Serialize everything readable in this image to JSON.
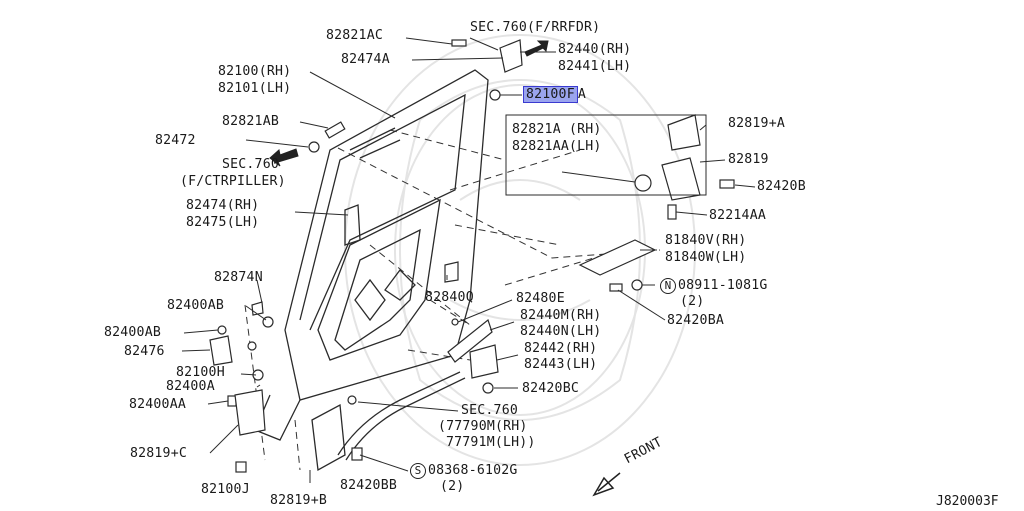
{
  "diagram_code": "J820003F",
  "front_label": "FRONT",
  "labels": {
    "p82821AC": "82821AC",
    "sec760_f_rrfdr": "SEC.760(F/RRFDR)",
    "p82440_rh": "82440(RH)",
    "p82441_lh": "82441(LH)",
    "p82474A": "82474A",
    "p82100_rh": "82100(RH)",
    "p82101_lh": "82101(LH)",
    "p82100FA_main": "82100F",
    "p82100FA_suffix": "A",
    "p82821AB": "82821AB",
    "p82472": "82472",
    "sec760_ctr_1": "SEC.760",
    "sec760_ctr_2": "(F/CTRPILLER)",
    "p82821A_rh": "82821A (RH)",
    "p82821AA_lh": "82821AA(LH)",
    "p82819A": "82819+A",
    "p82819": "82819",
    "p82420B": "82420B",
    "p82214AA": "82214AA",
    "p82474_rh": "82474(RH)",
    "p82475_lh": "82475(LH)",
    "p81840V_rh": "81840V(RH)",
    "p81840W_lh": "81840W(LH)",
    "p82874N": "82874N",
    "p08911_sym": "N",
    "p08911": "08911-1081G",
    "p08911_qty": "(2)",
    "p82840Q": "82840Q",
    "p82480E": "82480E",
    "p82400AB_1": "82400AB",
    "p82420BA": "82420BA",
    "p82440M_rh": "82440M(RH)",
    "p82440N_lh": "82440N(LH)",
    "p82400AB_2": "82400AB",
    "p82476": "82476",
    "p82442_rh": "82442(RH)",
    "p82443_lh": "82443(LH)",
    "p82100H": "82100H",
    "p82400A": "82400A",
    "p82420BC": "82420BC",
    "p82400AA": "82400AA",
    "sec760_b": "SEC.760",
    "p77790M": "(77790M(RH)",
    "p77791M": "77791M(LH))",
    "p82819C": "82819+C",
    "p08368_sym": "S",
    "p08368": "08368-6102G",
    "p08368_qty": "(2)",
    "p82100J": "82100J",
    "p82420BB": "82420BB",
    "p82819B": "82819+B"
  },
  "colors": {
    "line": "#2b2b2b",
    "highlight_fill": "#9aa4ee",
    "highlight_border": "#3a3ad0",
    "watermark": "#e6e6e6"
  }
}
